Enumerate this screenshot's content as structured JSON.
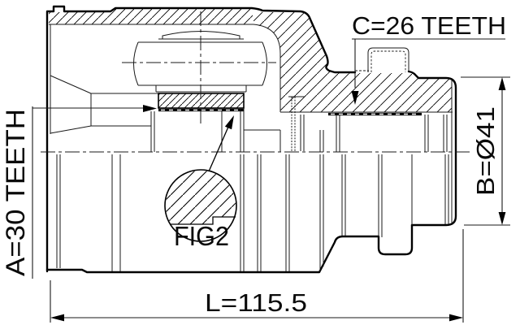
{
  "drawing": {
    "kind": "cv-joint-cross-section",
    "labels": {
      "teeth_c": "C=26 TEETH",
      "teeth_a": "A=30 TEETH",
      "diameter_b": "B=Ø41",
      "length_l": "L=115.5",
      "figure_ref": "FIG2"
    },
    "colors": {
      "line": "#000000",
      "background": "#ffffff"
    }
  }
}
